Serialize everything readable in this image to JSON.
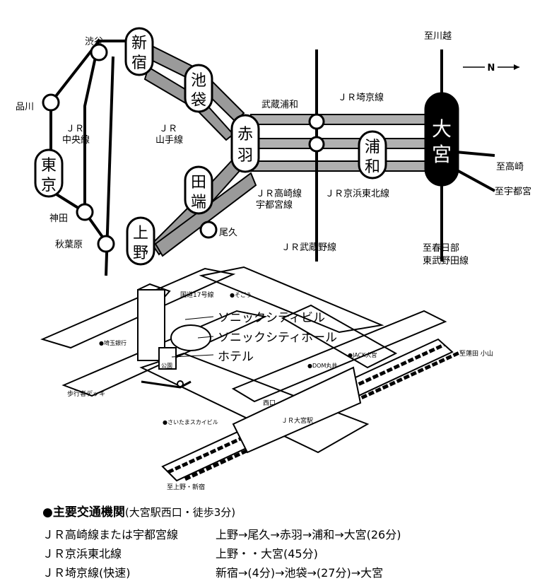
{
  "direction": {
    "north": "N"
  },
  "stations": {
    "shinjuku": "新宿",
    "ikebukuro": "池袋",
    "akabane": "赤羽",
    "tabata": "田端",
    "ueno": "上野",
    "tokyo": "東京",
    "urawa": "浦和",
    "omiya": "大宮",
    "shibuya": "渋谷",
    "shinagawa": "品川",
    "kanda": "神田",
    "akihabara": "秋葉原",
    "oku": "尾久",
    "musashi_urawa": "武蔵浦和"
  },
  "line_labels": {
    "chuo": [
      "ＪＲ",
      "中央線"
    ],
    "yamanote": [
      "ＪＲ",
      "山手線"
    ],
    "saikyo": "ＪＲ埼京線",
    "takasaki": [
      "ＪＲ高崎線",
      "宇都宮線"
    ],
    "keihin": "ＪＲ京浜東北線",
    "musashino": "ＪＲ武蔵野線"
  },
  "destinations": {
    "kawagoe": "至川越",
    "takasaki": "至高崎",
    "utsunomiya": "至宇都宮",
    "kasukabe": [
      "至春日部",
      "東武野田線"
    ]
  },
  "local_map": {
    "building": "ソニックシティビル",
    "hall": "ソニックシティホール",
    "hotel": "ホテル",
    "route17": "国道17号線",
    "to_ueno": "至上野・新宿",
    "to_hasuda": "至蓮田 小山",
    "west_exit": "西口",
    "jr_omiya": "ＪＲ大宮駅",
    "deck": "歩行者デッキ",
    "park": "公園",
    "bank": "●埼玉銀行",
    "sogo": "●そごう",
    "dom": "●DOM丸井",
    "jack": "●JACK大宮",
    "sky": "●さいたまスカイビル"
  },
  "access": {
    "title": "●主要交通機関",
    "subtitle": "(大宮駅西口・徒歩3分)",
    "routes": [
      {
        "line": "ＪＲ高崎線または宇都宮線",
        "route": "上野→尾久→赤羽→浦和→大宮(26分)"
      },
      {
        "line": "ＪＲ京浜東北線",
        "route": "上野・・大宮(45分)"
      },
      {
        "line": "ＪＲ埼京線(快速)",
        "route": "新宿→(4分)→池袋→(27分)→大宮"
      }
    ]
  }
}
